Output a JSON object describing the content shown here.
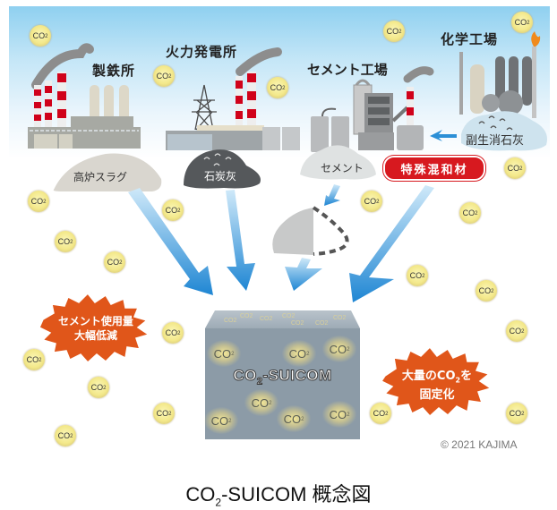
{
  "diagram": {
    "caption": {
      "prefix": "CO",
      "subscript": "2",
      "suffix": "-SUICOM 概念図"
    },
    "copyright": "© 2021 KAJIMA",
    "facilities": [
      {
        "id": "steel",
        "label": "製鉄所"
      },
      {
        "id": "power",
        "label": "火力発電所"
      },
      {
        "id": "cement",
        "label": "セメント工場"
      },
      {
        "id": "chemical",
        "label": "化学工場"
      }
    ],
    "materials": [
      {
        "id": "blast-furnace-slag",
        "label": "高炉スラグ"
      },
      {
        "id": "coal-ash",
        "label": "石炭灰"
      },
      {
        "id": "cement",
        "label": "セメント"
      },
      {
        "id": "byproduct-lime",
        "label": "副生消石灰"
      },
      {
        "id": "special-admixture",
        "label": "特殊混和材"
      }
    ],
    "product": {
      "prefix": "CO",
      "subscript": "2",
      "suffix": "-SUICOM"
    },
    "benefits": [
      {
        "id": "cement-reduction",
        "line1": "セメント使用量",
        "line2": "大幅低減"
      },
      {
        "id": "co2-fixation",
        "line1_prefix": "大量のCO",
        "line1_sub": "2",
        "line1_suffix": "を",
        "line2": "固定化"
      }
    ],
    "co2_molecule": {
      "prefix": "CO",
      "subscript": "2"
    },
    "colors": {
      "sky_top": "#8fd0f0",
      "arrow_blue": "#2b8fd6",
      "badge_red": "#d7191f",
      "burst_orange": "#e0561a",
      "concrete_gray": "#8c9ba7"
    }
  }
}
